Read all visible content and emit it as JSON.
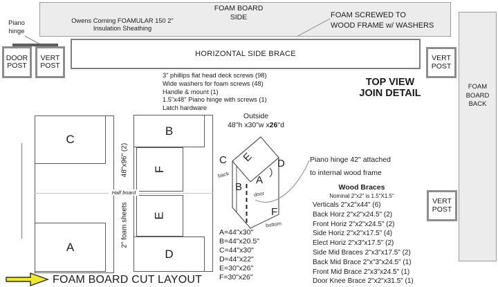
{
  "colors": {
    "panel_fill": "#ececec",
    "panel_border": "#9c9c9c",
    "line_gray": "#8d8d8d",
    "arrow_yellow": "#f0e830"
  },
  "top": {
    "owens": "Owens Corning FOAMULAR 150 2\"\nInsulation Sheathing",
    "foam_board_side": "FOAM BOARD\nSIDE",
    "foam_screwed": "FOAM SCREWED TO\nWOOD FRAME w/ WASHERS",
    "horizontal_side_brace": "HORIZONTAL SIDE BRACE",
    "piano_hinge": "Piano\nhinge",
    "door_post": "DOOR\nPOST",
    "vert_post": "VERT\nPOST",
    "foam_board_back": "FOAM\nBOARD\nBACK",
    "top_view": "TOP VIEW\nJOIN DETAIL"
  },
  "screws": {
    "items": [
      "3\" phillips flat head deck screws (98)",
      "Wide washers for foam screws (48)",
      "Handle & mount (1)",
      "1.5\"x48\" Piano hinge with screws (1)",
      "Latch hardware"
    ]
  },
  "outside": {
    "title": "Outside",
    "pre": "48\"h x30\"w x",
    "bold": "26",
    "post": "\"d"
  },
  "iso": {
    "c": "C",
    "e": "E",
    "d": "D",
    "a": "A",
    "b": "B",
    "f": "F",
    "back": "back",
    "door": "door",
    "bottom": "bottom"
  },
  "hinge_note": "Piano hinge 42\" attached\nto internal wood frame",
  "braces": {
    "title": "Wood Braces",
    "subtitle": "Nominal 2\"x2\" is 1.5\"X1.5\"",
    "items": [
      "Verticals 2\"x2\"x44\" (6)",
      "Back Horz 2\"x2\"x24.5\" (2)",
      "Front Horiz 2\"x2\"x24.5\" (2)",
      "Side Horiz 2\"x2\"x17.5\" (4)",
      "Elect Horiz 2\"x3\"x17.5\" (2)",
      "Side Mid Braces 2\"x3\"x17.5\" (2)",
      "Back Mid Brace 2\"x\"3\"x24.5\" (1)",
      "Front Mid Brace 2\"x3\"x24.5\" (1)",
      "Door Knee Brace 2\"x2\"x31.5\" (1)"
    ]
  },
  "sizes": {
    "items": [
      "A=44\"x30\"",
      "B=44\"x20.5\"",
      "C=44\"x30\"",
      "D=44\"x22\"",
      "E=30\"x26\"",
      "F=30\"x26\""
    ]
  },
  "cut": {
    "sheet_size": "48\"x96\" (2)",
    "half_board": "Half board",
    "foam_sheets": "2\" foam sheets",
    "pieces": {
      "c": "C",
      "a": "A",
      "b": "B",
      "f": "F",
      "e": "E",
      "d": "D"
    },
    "title": "FOAM BOARD CUT LAYOUT"
  }
}
